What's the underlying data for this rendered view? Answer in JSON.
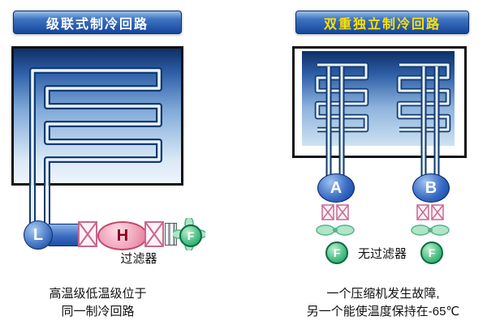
{
  "left_panel": {
    "title": "级联式制冷回路",
    "low_stage_label": "L",
    "high_stage_label": "H",
    "fan_label": "F",
    "filter_label": "过滤器",
    "caption": [
      "高温级低温级位于",
      "同一制冷回路"
    ]
  },
  "right_panel": {
    "title": "双重独立制冷回路",
    "compressor_a_label": "A",
    "compressor_b_label": "B",
    "fan_a_label": "F",
    "fan_b_label": "F",
    "no_filter_label": "无过滤器",
    "caption": [
      "一个压缩机发生故障,",
      "另一个能使温度保持在-65℃"
    ]
  },
  "colors": {
    "banner_blue": "#16469e",
    "banner_text_left": "#ffffff",
    "banner_text_right": "#ffe100",
    "coil_dark_blue": "#123a6e",
    "coil_light": "#e8f3fd",
    "compressor_blue": "#1f4fa0",
    "compressor_pink": "#e2718f",
    "valve_pink": "#c9688f",
    "fan_green": "#0f9e5e",
    "fan_petal_green": "#aee6c6"
  }
}
